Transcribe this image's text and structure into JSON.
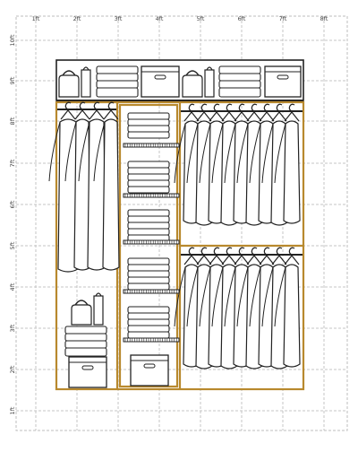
{
  "ruler": {
    "x_labels": [
      "1ft",
      "2ft",
      "3ft",
      "4ft",
      "5ft",
      "6ft",
      "7ft",
      "8ft"
    ],
    "y_labels": [
      "10ft",
      "9ft",
      "8ft",
      "7ft",
      "6ft",
      "5ft",
      "4ft",
      "3ft",
      "2ft",
      "1ft"
    ]
  },
  "colors": {
    "closet_frame": "#b8892e",
    "grid_line": "#bdbdbd",
    "outline": "#222222",
    "fill": "#ffffff"
  },
  "closet": {
    "left_section": "long-hang",
    "middle_section": "shelves",
    "right_section": "double-hang",
    "top_shelf": "storage shelf"
  }
}
